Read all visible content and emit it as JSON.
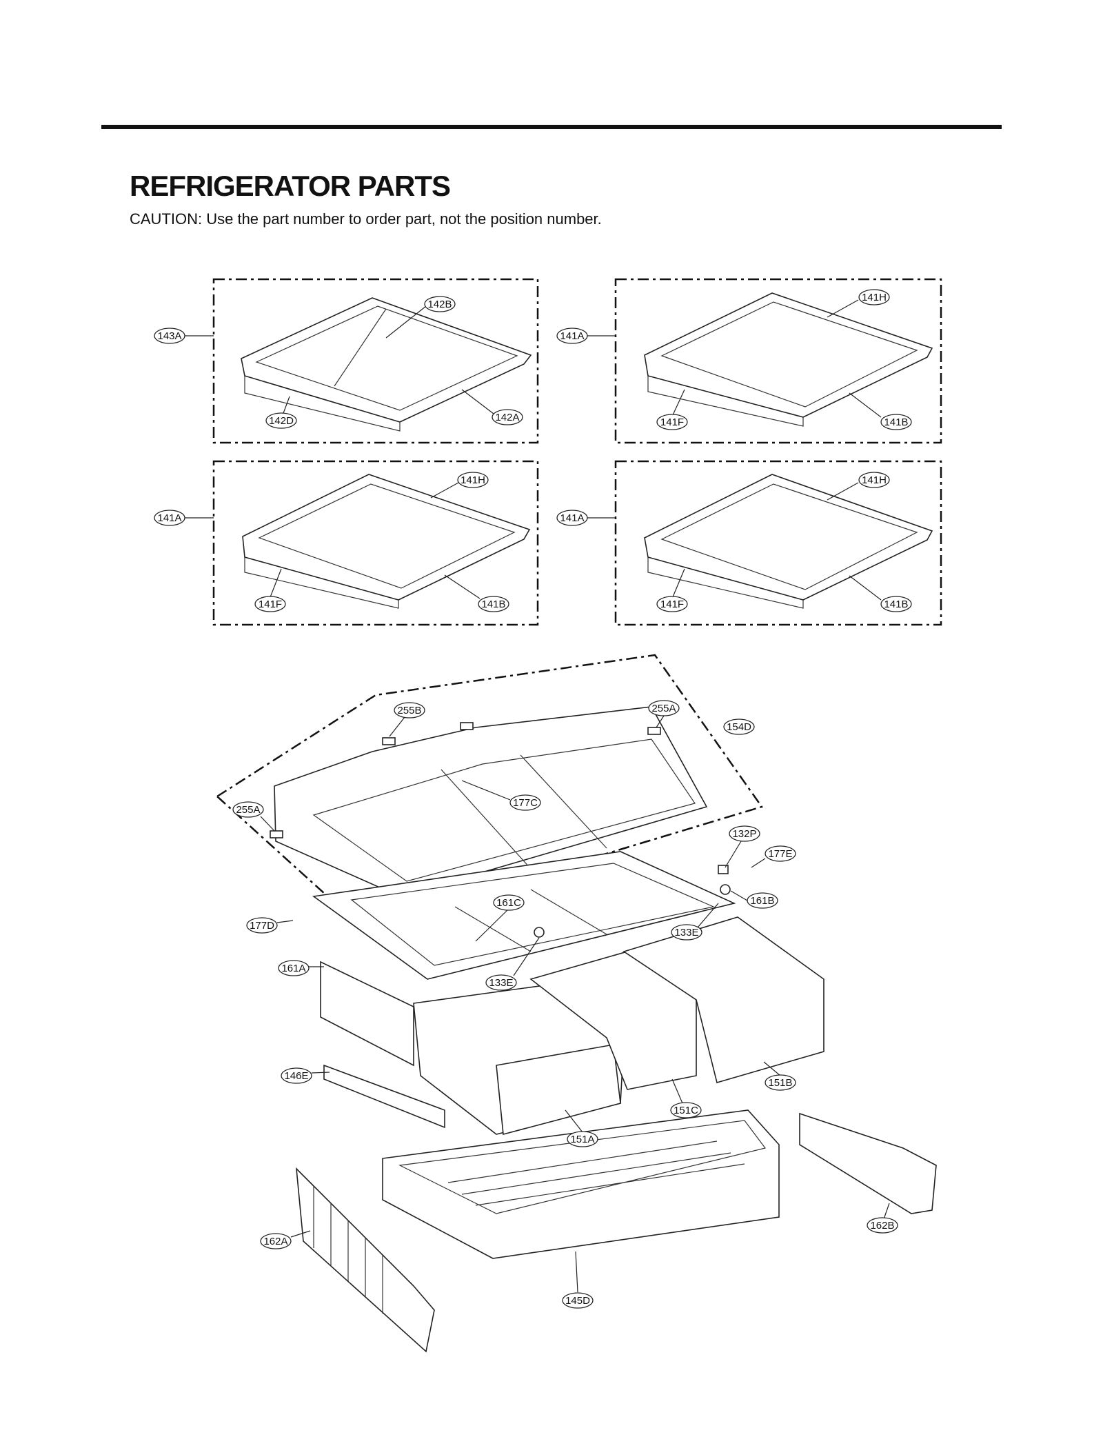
{
  "header": {
    "title": "REFRIGERATOR PARTS",
    "caution": "CAUTION: Use the part number to order part, not the position number."
  },
  "panels": {
    "top_left": {
      "a": "142B",
      "b": "143A",
      "c": "142D",
      "d": "142A"
    },
    "top_right": {
      "a": "141H",
      "b": "141A",
      "c": "141F",
      "d": "141B"
    },
    "mid_left": {
      "a": "141H",
      "b": "141A",
      "c": "141F",
      "d": "141B"
    },
    "mid_right": {
      "a": "141H",
      "b": "141A",
      "c": "141F",
      "d": "141B"
    }
  },
  "assembly": {
    "labels": [
      "255B",
      "255A",
      "154D",
      "255A",
      "177C",
      "132P",
      "177E",
      "161B",
      "161C",
      "177D",
      "133E",
      "161A",
      "133E",
      "146E",
      "151B",
      "151C",
      "151A",
      "162B",
      "162A",
      "145D"
    ]
  }
}
